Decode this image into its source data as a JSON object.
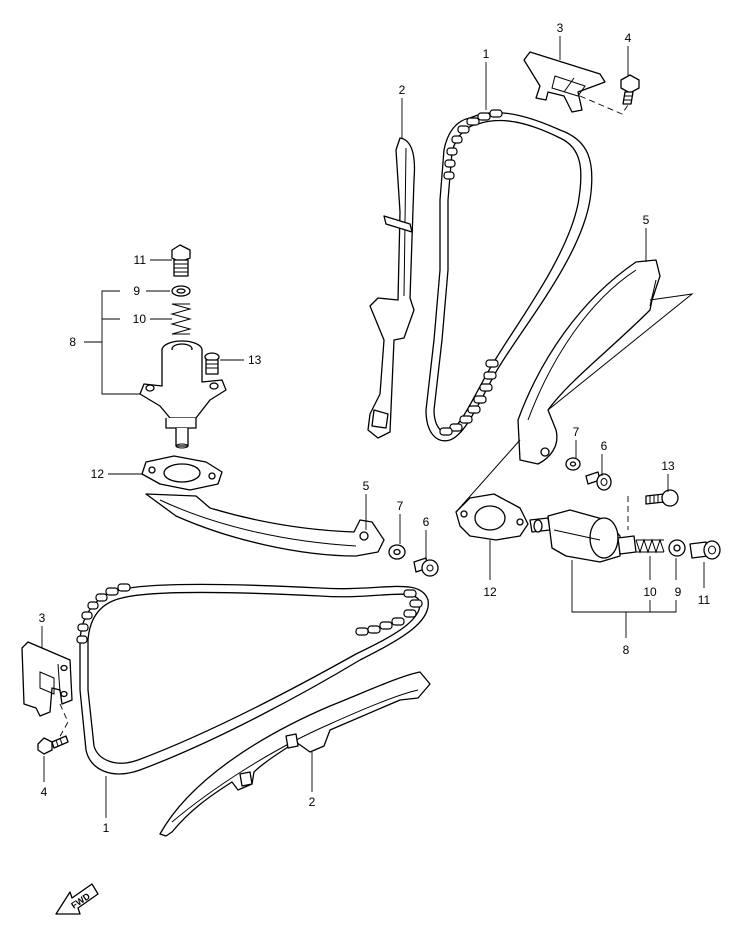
{
  "callouts": [
    {
      "id": "c1a",
      "text": "1"
    },
    {
      "id": "c2a",
      "text": "2"
    },
    {
      "id": "c3a",
      "text": "3"
    },
    {
      "id": "c4a",
      "text": "4"
    },
    {
      "id": "c5a",
      "text": "5"
    },
    {
      "id": "c6a",
      "text": "6"
    },
    {
      "id": "c7a",
      "text": "7"
    },
    {
      "id": "c8a",
      "text": "8"
    },
    {
      "id": "c9a",
      "text": "9"
    },
    {
      "id": "c10a",
      "text": "10"
    },
    {
      "id": "c11a",
      "text": "11"
    },
    {
      "id": "c12a",
      "text": "12"
    },
    {
      "id": "c13a",
      "text": "13"
    },
    {
      "id": "c5b",
      "text": "5"
    },
    {
      "id": "c7b",
      "text": "7"
    },
    {
      "id": "c6b",
      "text": "6"
    },
    {
      "id": "c7c",
      "text": "7"
    },
    {
      "id": "c6c",
      "text": "6"
    },
    {
      "id": "c13b",
      "text": "13"
    },
    {
      "id": "c12b",
      "text": "12"
    },
    {
      "id": "c10b",
      "text": "10"
    },
    {
      "id": "c9b",
      "text": "9"
    },
    {
      "id": "c11b",
      "text": "11"
    },
    {
      "id": "c8b",
      "text": "8"
    },
    {
      "id": "c3b",
      "text": "3"
    },
    {
      "id": "c4b",
      "text": "4"
    },
    {
      "id": "c1b",
      "text": "1"
    },
    {
      "id": "c2b",
      "text": "2"
    }
  ],
  "forward_badge": "FWD"
}
